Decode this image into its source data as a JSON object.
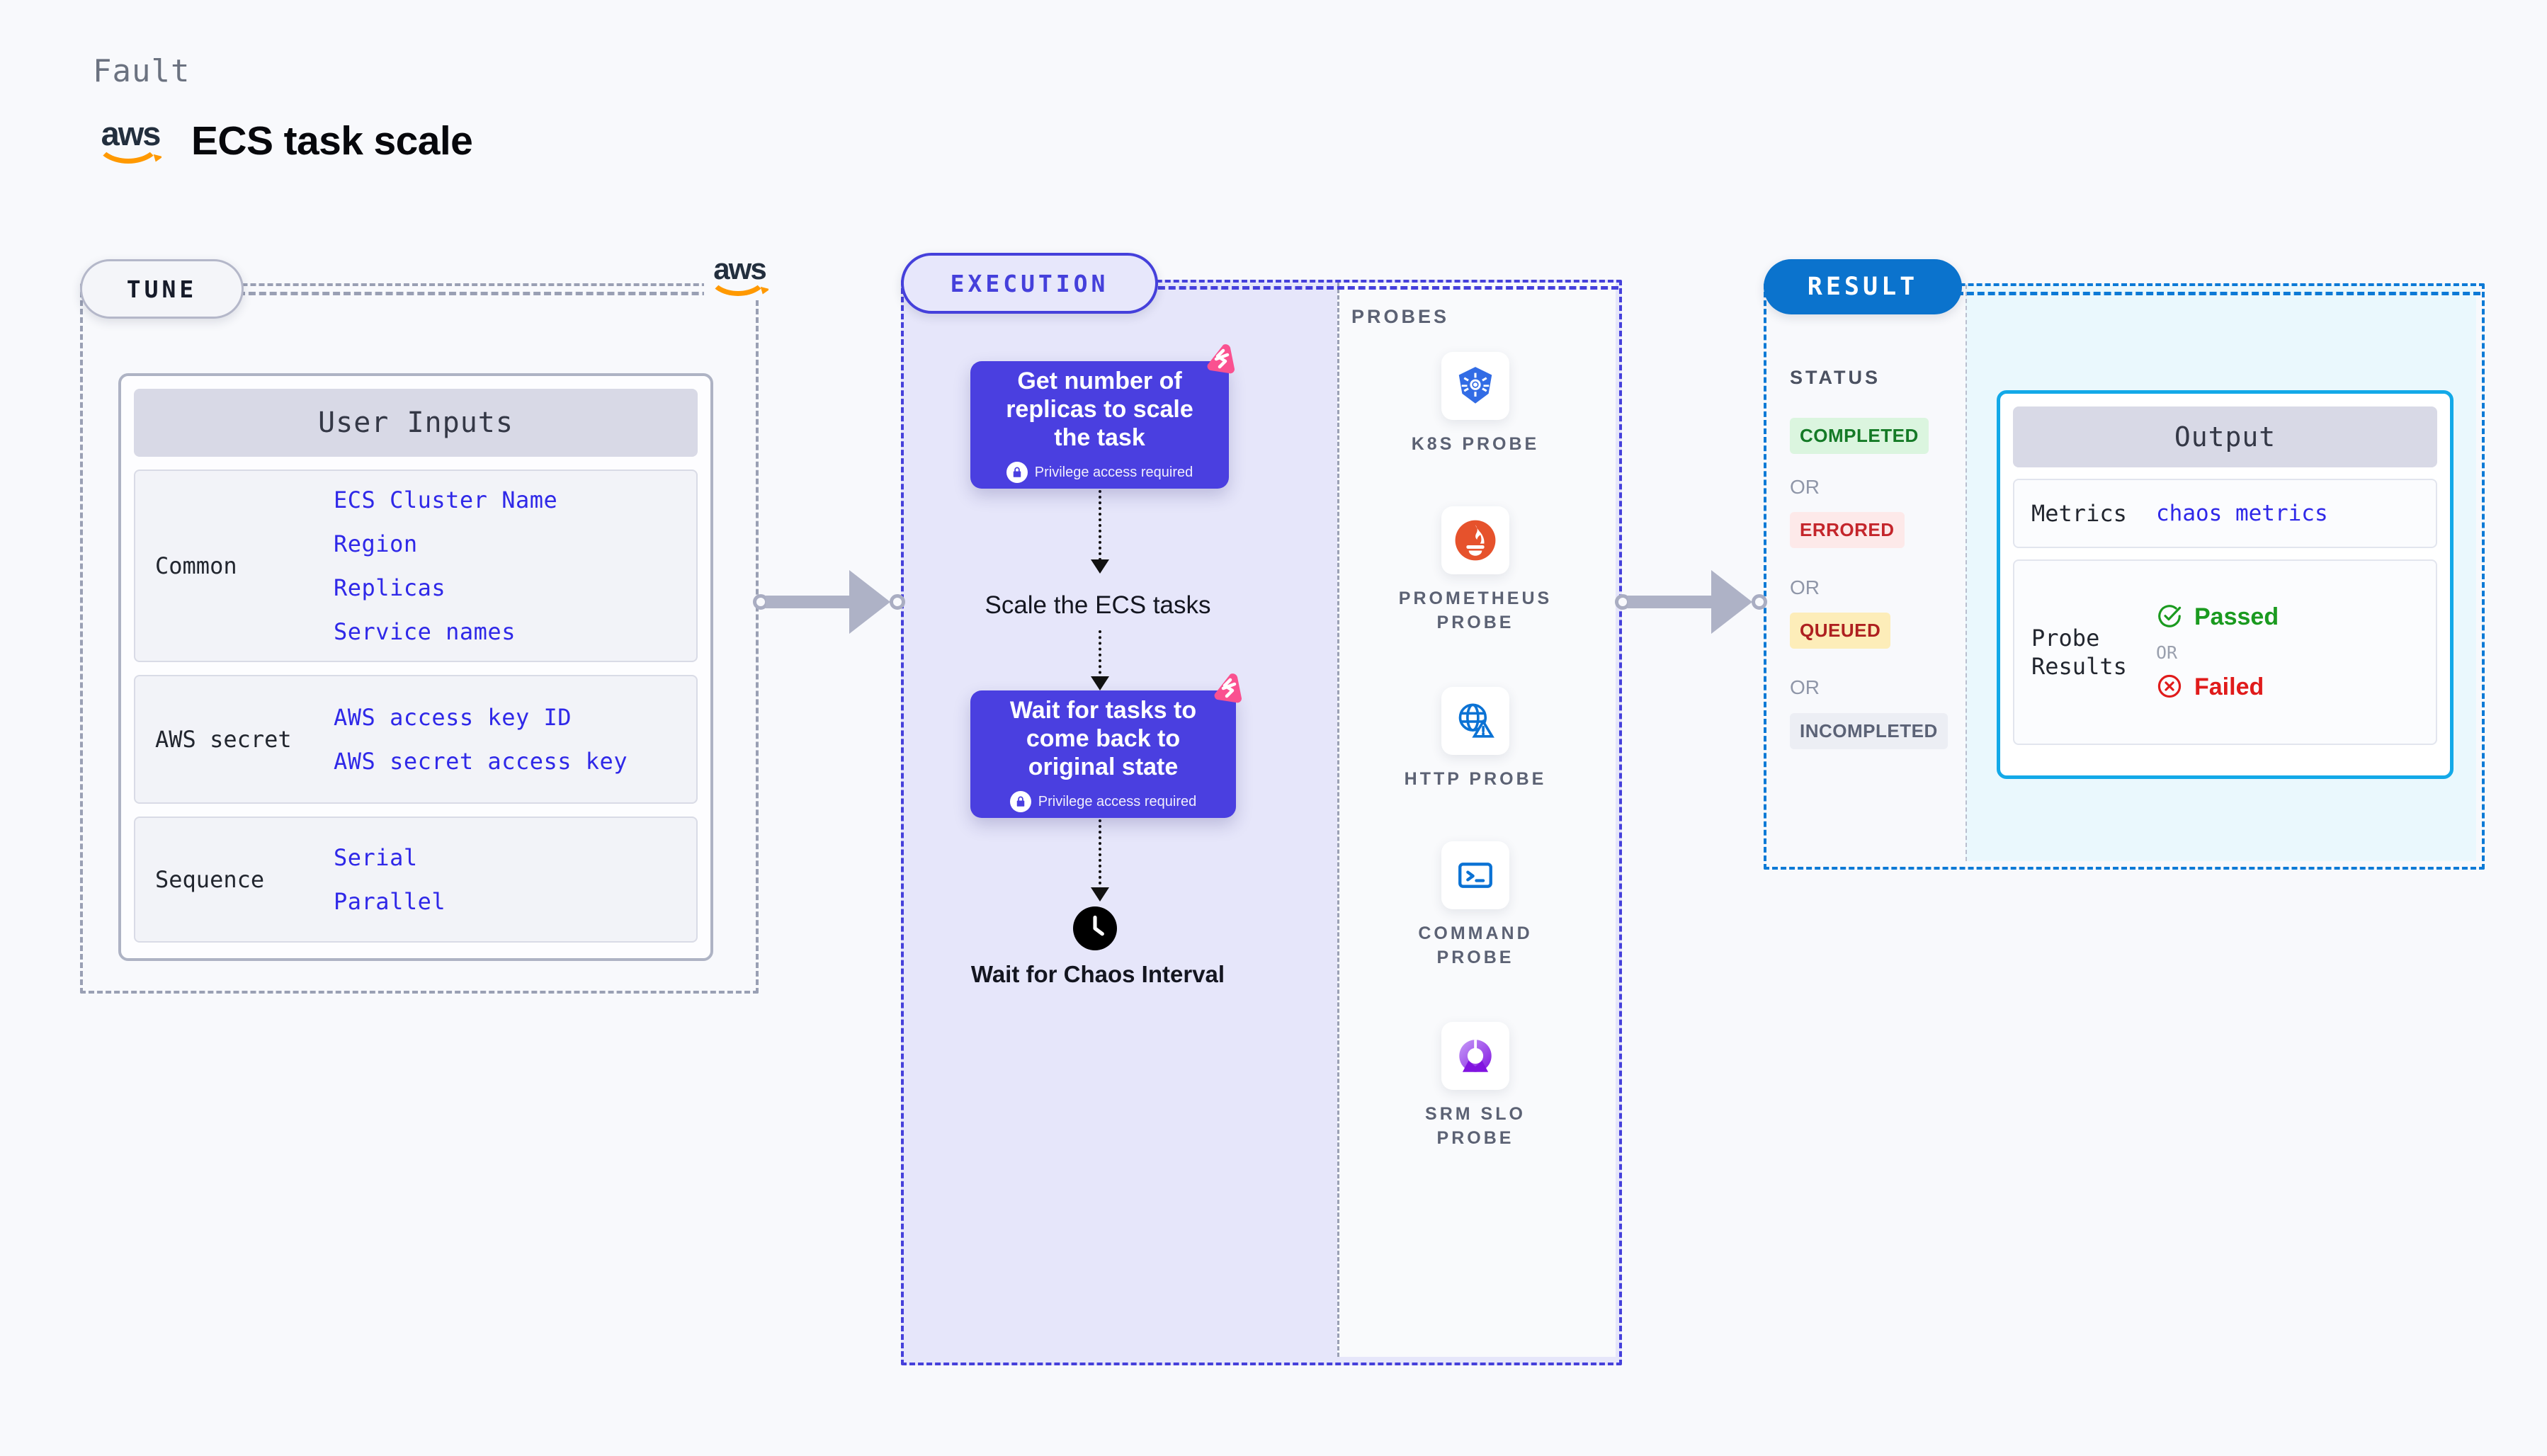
{
  "header": {
    "kicker": "Fault",
    "title": "ECS task scale",
    "brand_logo": "aws-logo"
  },
  "tune": {
    "pill_label": "TUNE",
    "brand_logo": "aws-logo",
    "card_title": "User Inputs",
    "groups": [
      {
        "label": "Common",
        "values": [
          "ECS Cluster Name",
          "Region",
          "Replicas",
          "Service names"
        ]
      },
      {
        "label": "AWS secret",
        "values": [
          "AWS access key ID",
          "AWS secret access key"
        ]
      },
      {
        "label": "Sequence",
        "values": [
          "Serial",
          "Parallel"
        ]
      }
    ]
  },
  "execution": {
    "pill_label": "EXECUTION",
    "nodes": [
      {
        "title": "Get number of replicas to scale the task",
        "privilege": "Privilege access required",
        "icon": "lock-icon",
        "badge": "harness-ribbon-icon"
      },
      {
        "title": "Wait for tasks to come back to original state",
        "privilege": "Privilege access required",
        "icon": "lock-icon",
        "badge": "harness-ribbon-icon"
      }
    ],
    "step_label": "Scale the ECS tasks",
    "wait_label": "Wait for Chaos Interval",
    "wait_icon": "clock-icon"
  },
  "probes": {
    "title": "PROBES",
    "items": [
      {
        "label": "K8S PROBE",
        "icon": "kubernetes-icon"
      },
      {
        "label": "PROMETHEUS PROBE",
        "icon": "prometheus-icon"
      },
      {
        "label": "HTTP PROBE",
        "icon": "http-globe-icon"
      },
      {
        "label": "COMMAND PROBE",
        "icon": "terminal-icon"
      },
      {
        "label": "SRM SLO PROBE",
        "icon": "srm-slo-icon"
      }
    ]
  },
  "result": {
    "pill_label": "RESULT",
    "status_title": "STATUS",
    "or_label": "OR",
    "statuses": [
      {
        "label": "COMPLETED",
        "bg": "#dbf5df",
        "fg": "#147a26"
      },
      {
        "label": "ERRORED",
        "bg": "#fde9e9",
        "fg": "#c4252b"
      },
      {
        "label": "QUEUED",
        "bg": "#fdedb9",
        "fg": "#ae2020"
      },
      {
        "label": "INCOMPLETED",
        "bg": "#eceef4",
        "fg": "#5b6276"
      }
    ],
    "output": {
      "title": "Output",
      "metrics_label": "Metrics",
      "metrics_value": "chaos metrics",
      "probe_results_label": "Probe Results",
      "passed_label": "Passed",
      "failed_label": "Failed",
      "or_label": "OR",
      "passed_icon": "check-circle-icon",
      "failed_icon": "x-circle-icon"
    }
  },
  "colors": {
    "page_bg": "#f8f9fc",
    "execution_accent": "#4540db",
    "result_accent": "#0d7ad6",
    "output_accent": "#13a9e8",
    "node_fill": "#4a3fe0",
    "value_blue": "#2f28e8",
    "ribbon_pink": "#fa5190",
    "aws_orange": "#ff9900"
  }
}
